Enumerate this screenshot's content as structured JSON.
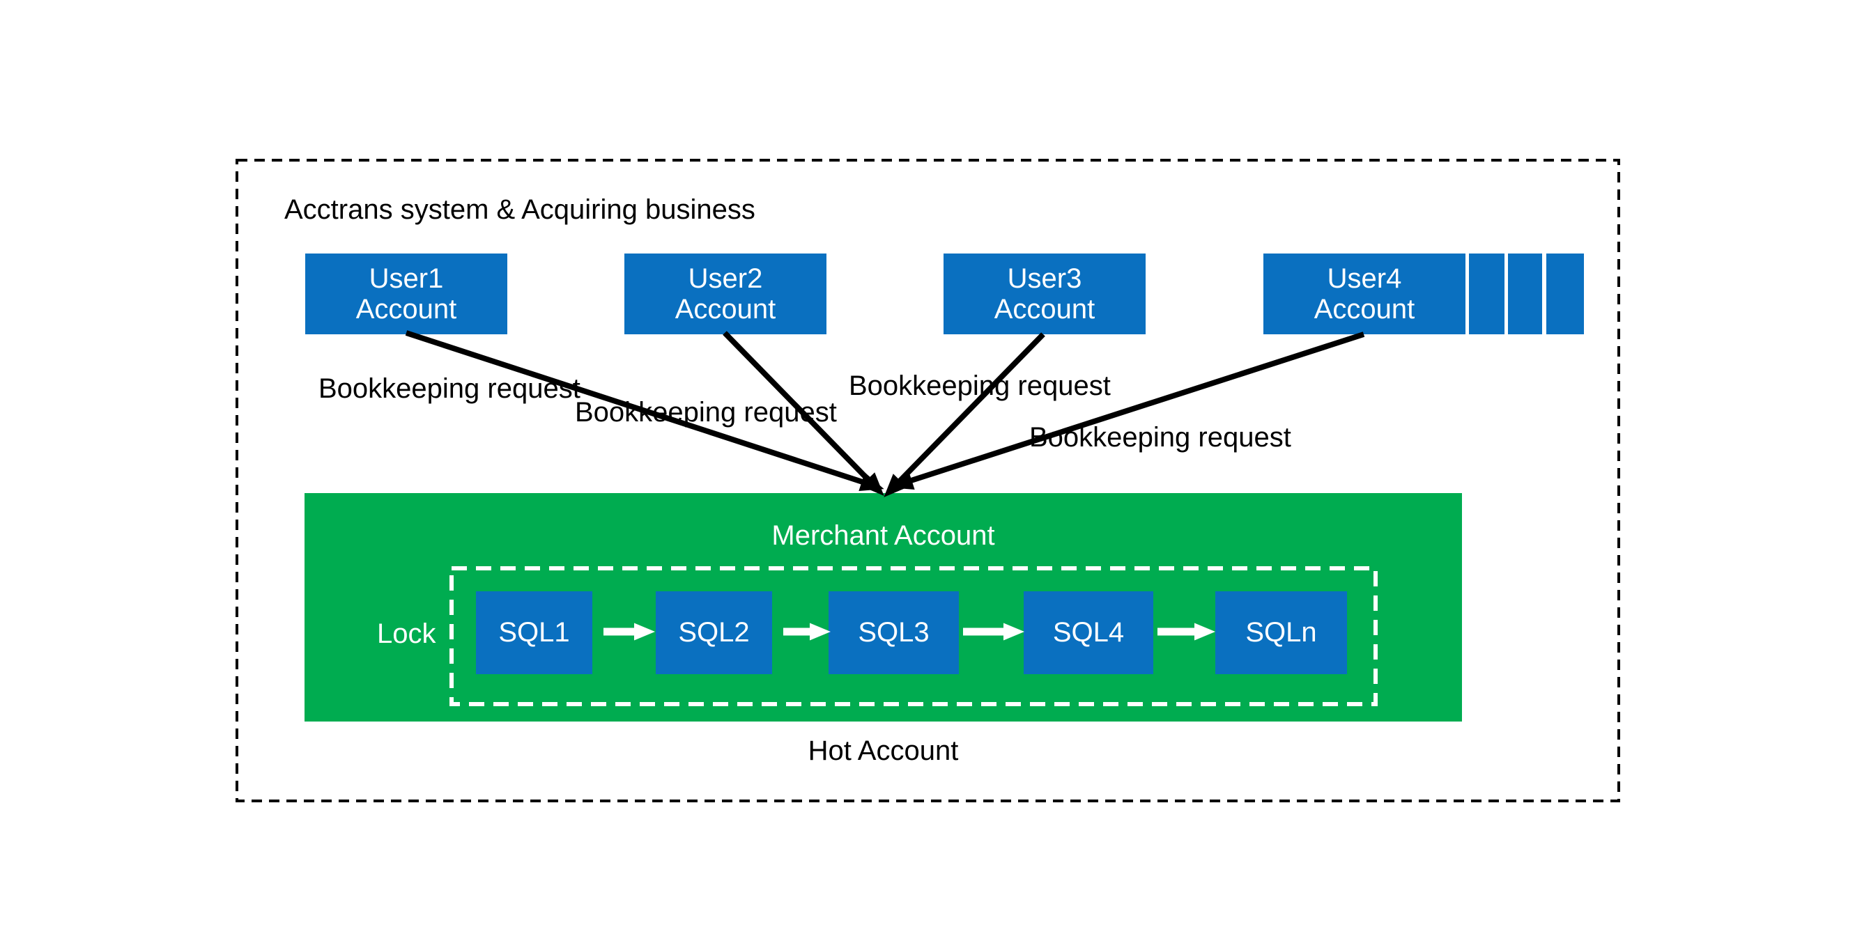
{
  "title": "Acctrans system & Acquiring business",
  "users": [
    {
      "line1": "User1",
      "line2": "Account"
    },
    {
      "line1": "User2",
      "line2": "Account"
    },
    {
      "line1": "User3",
      "line2": "Account"
    },
    {
      "line1": "User4",
      "line2": "Account"
    }
  ],
  "requests": [
    {
      "label": "Bookkeeping request"
    },
    {
      "label": "Bookkeeping request"
    },
    {
      "label": "Bookkeeping request"
    },
    {
      "label": "Bookkeeping request"
    }
  ],
  "merchant": {
    "label": "Merchant Account",
    "lock_label": "Lock",
    "queue": [
      {
        "label": "SQL1"
      },
      {
        "label": "SQL2"
      },
      {
        "label": "SQL3"
      },
      {
        "label": "SQL4"
      },
      {
        "label": "SQLn"
      }
    ],
    "caption": "Hot Account"
  },
  "colors": {
    "box_blue": "#0A70C0",
    "merchant_green": "#00AC50",
    "arrow_black": "#000000",
    "text_white": "#FFFFFF"
  }
}
